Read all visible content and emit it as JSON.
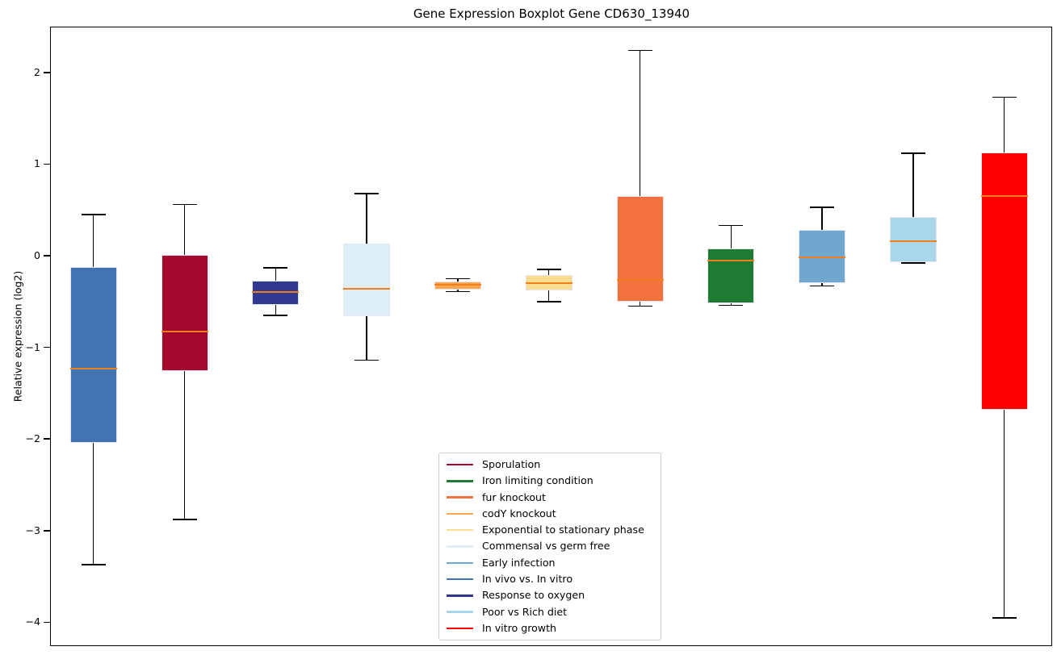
{
  "figure": {
    "background": "#ffffff"
  },
  "chart_data": {
    "type": "boxplot",
    "title": "Gene Expression Boxplot Gene CD630_13940",
    "xlabel": "",
    "ylabel": "Relative expression (log2)",
    "ylim": [
      -4.26,
      2.5
    ],
    "yticks": [
      2,
      1,
      0,
      -1,
      -2,
      -3,
      -4
    ],
    "ytick_labels": [
      "2",
      "1",
      "0",
      "−1",
      "−2",
      "−3",
      "−4"
    ],
    "xtick_labels": [],
    "grid": false,
    "median_color": "#ef7f1a",
    "whisker_color": "#000000",
    "legend_position": "inside-lower-center",
    "series": [
      {
        "name": "In vivo vs. In vitro",
        "color": "#4273b5",
        "whisker_low": -3.37,
        "q1": -2.04,
        "median": -1.23,
        "q3": -0.12,
        "whisker_high": 0.45
      },
      {
        "name": "Sporulation",
        "color": "#a4082c",
        "whisker_low": -2.88,
        "q1": -1.26,
        "median": -0.83,
        "q3": 0.01,
        "whisker_high": 0.56
      },
      {
        "name": "Response to oxygen",
        "color": "#30398f",
        "whisker_low": -0.65,
        "q1": -0.54,
        "median": -0.4,
        "q3": -0.27,
        "whisker_high": -0.13
      },
      {
        "name": "Commensal vs germ free",
        "color": "#ddeef6",
        "whisker_low": -1.14,
        "q1": -0.66,
        "median": -0.36,
        "q3": 0.13,
        "whisker_high": 0.68
      },
      {
        "name": "codY knockout",
        "color": "#f9a552",
        "whisker_low": -0.39,
        "q1": -0.37,
        "median": -0.32,
        "q3": -0.28,
        "whisker_high": -0.25
      },
      {
        "name": "Exponential to stationary phase",
        "color": "#fbdd92",
        "whisker_low": -0.5,
        "q1": -0.38,
        "median": -0.3,
        "q3": -0.21,
        "whisker_high": -0.15
      },
      {
        "name": "fur knockout",
        "color": "#f4703d",
        "whisker_low": -0.55,
        "q1": -0.5,
        "median": -0.26,
        "q3": 0.65,
        "whisker_high": 2.24
      },
      {
        "name": "Iron limiting condition",
        "color": "#1e7b34",
        "whisker_low": -0.54,
        "q1": -0.52,
        "median": -0.05,
        "q3": 0.08,
        "whisker_high": 0.33
      },
      {
        "name": "Early infection",
        "color": "#6fa7d0",
        "whisker_low": -0.33,
        "q1": -0.3,
        "median": -0.02,
        "q3": 0.28,
        "whisker_high": 0.53
      },
      {
        "name": "Poor vs Rich diet",
        "color": "#a9d6e8",
        "whisker_low": -0.08,
        "q1": -0.07,
        "median": 0.16,
        "q3": 0.42,
        "whisker_high": 1.12
      },
      {
        "name": "In vitro growth",
        "color": "#ff0000",
        "whisker_low": -3.95,
        "q1": -1.68,
        "median": 0.65,
        "q3": 1.13,
        "whisker_high": 1.73
      }
    ]
  },
  "legend": {
    "entries": [
      {
        "label": "Sporulation",
        "color": "#a4082c"
      },
      {
        "label": "Iron limiting condition",
        "color": "#1e7b34"
      },
      {
        "label": "fur knockout",
        "color": "#f4703d"
      },
      {
        "label": "codY knockout",
        "color": "#f9a552"
      },
      {
        "label": "Exponential to stationary phase",
        "color": "#fbdd92"
      },
      {
        "label": "Commensal vs germ free",
        "color": "#ddeef6"
      },
      {
        "label": "Early infection",
        "color": "#6fa7d0"
      },
      {
        "label": "In vivo vs. In vitro",
        "color": "#4273b5"
      },
      {
        "label": "Response to oxygen",
        "color": "#30398f"
      },
      {
        "label": "Poor vs Rich diet",
        "color": "#a9d6e8"
      },
      {
        "label": "In vitro growth",
        "color": "#ff0000"
      }
    ]
  }
}
